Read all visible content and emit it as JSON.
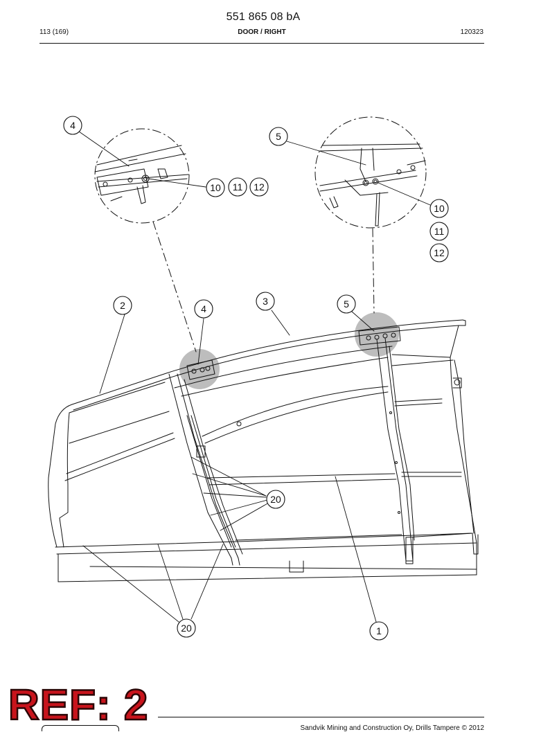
{
  "header": {
    "doc_number": "551 865 08 bA",
    "page": "113 (169)",
    "title_bold": "DOOR",
    "title_rest": " / RIGHT",
    "date_code": "120323"
  },
  "callouts": {
    "c4_detail": "4",
    "c5_detail": "5",
    "c10_left": "10",
    "c11_left": "11",
    "c12_left": "12",
    "c10_right": "10",
    "c11_right": "11",
    "c12_right": "12",
    "c2": "2",
    "c4": "4",
    "c3": "3",
    "c5": "5",
    "c20_mid": "20",
    "c20_bottom": "20",
    "c1": "1"
  },
  "stamp": {
    "text": "REF: 2"
  },
  "footer": {
    "copyright": "Sandvik Mining and Construction Oy, Drills Tampere © 2012"
  },
  "colors": {
    "line": "#111111",
    "highlight": "#bdbdbd",
    "stamp_red": "#c8141c"
  }
}
